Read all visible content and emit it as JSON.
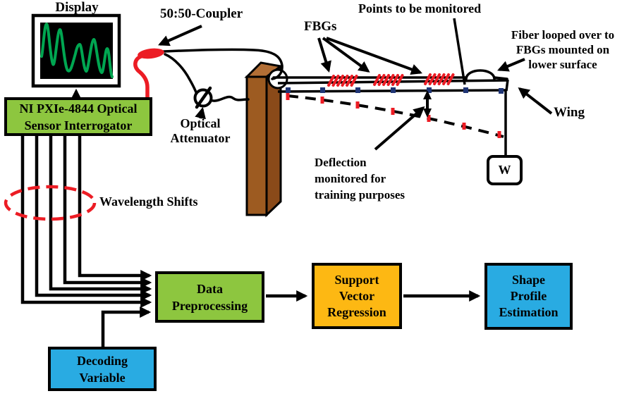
{
  "labels": {
    "display": "Display",
    "coupler": "50:50-Coupler",
    "attenuator": "Optical\nAttenuator",
    "fbgs": "FBGs",
    "points_monitored": "Points to be monitored",
    "fiber_loop": "Fiber looped over to\nFBGs mounted on\nlower surface",
    "wing": "Wing",
    "weight": "W",
    "deflection": "Deflection\nmonitored for\ntraining purposes",
    "wavelength_shifts": "Wavelength Shifts"
  },
  "boxes": {
    "interrogator": "NI PXIe-4844 Optical\nSensor Interrogator",
    "data_preprocessing": "Data\nPreprocessing",
    "support_vector_regression": "Support\nVector\nRegression",
    "shape_profile_estimation": "Shape\nProfile\nEstimation",
    "decoding_variable": "Decoding\nVariable"
  },
  "counts": {
    "interrogator_output_lines": 5,
    "fbg_groups": 3,
    "monitored_points": 7
  },
  "colors": {
    "box_green": "#8DC63F",
    "box_gold": "#FDB813",
    "box_blue": "#29ABE2",
    "red_accent": "#EC1C24",
    "display_trace_green": "#00A651",
    "clamp_brown_front": "#9D5B21",
    "clamp_brown_top": "#B26E35",
    "clamp_brown_side": "#8A4A19",
    "monitor_dot_navy": "#1F3575"
  }
}
